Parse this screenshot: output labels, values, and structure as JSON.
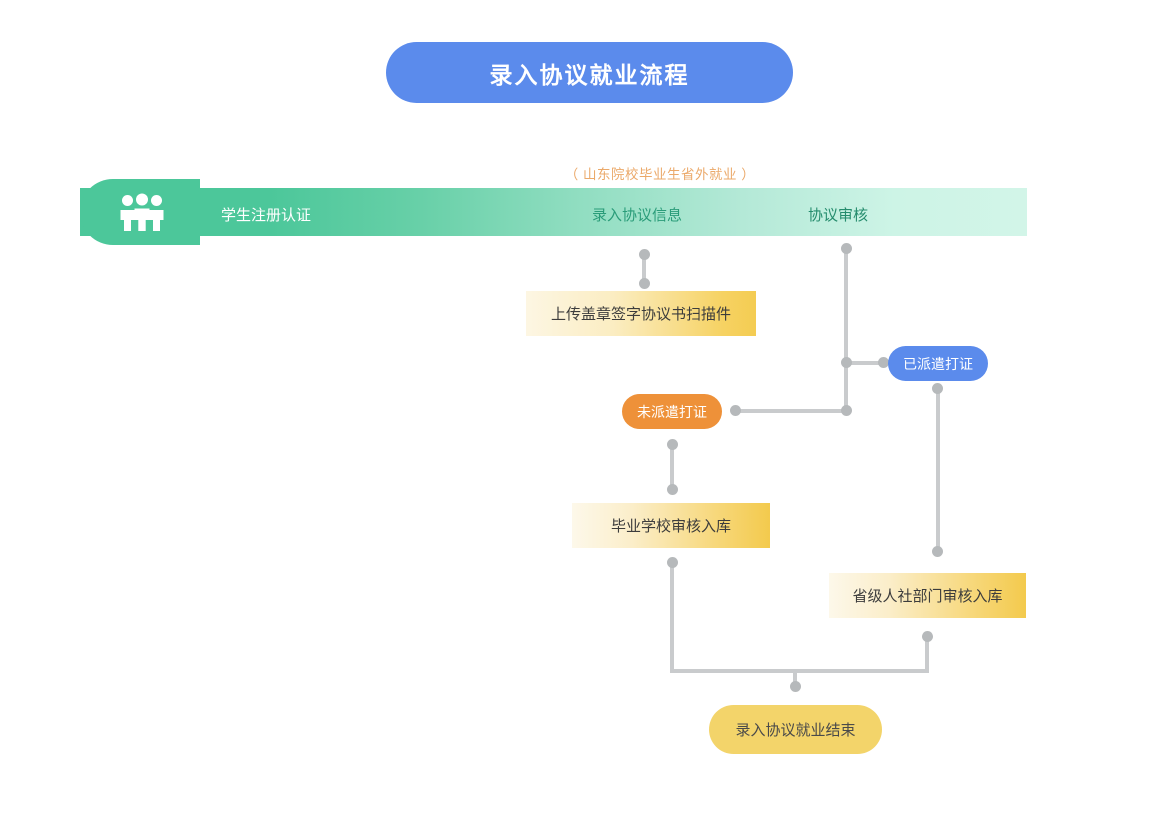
{
  "page": {
    "title": "录入协议就业流程",
    "subtitle": "（ 山东院校毕业生省外就业 ）"
  },
  "banner": {
    "icon": "three-people-icon",
    "steps": [
      {
        "label": "学生注册认证"
      },
      {
        "label": "录入协议信息"
      },
      {
        "label": "协议审核"
      }
    ]
  },
  "nodes": {
    "upload_scan": "上传盖章签字协议书扫描件",
    "not_dispatched": "未派遣打证",
    "dispatched": "已派遣打证",
    "school_review": "毕业学校审核入库",
    "province_review": "省级人社部门审核入库",
    "end": "录入协议就业结束"
  },
  "colors": {
    "title_pill": "#5b8bec",
    "subtitle_text": "#eba96a",
    "banner_start": "#4cc79a",
    "banner_end": "#d2f5e8",
    "yellow_box_start": "#fdf6e3",
    "yellow_box_end": "#f4cc52",
    "orange_pill": "#ee9139",
    "blue_pill": "#5b8bec",
    "end_pill": "#f3d46a",
    "connector": "#c9cbcd",
    "connector_dot": "#b6b9bb"
  },
  "flowchart": {
    "type": "diagram",
    "edges": [
      {
        "from": "录入协议信息",
        "to": "上传盖章签字协议书扫描件"
      },
      {
        "from": "协议审核",
        "to": "已派遣打证"
      },
      {
        "from": "协议审核",
        "to": "未派遣打证"
      },
      {
        "from": "未派遣打证",
        "to": "毕业学校审核入库"
      },
      {
        "from": "已派遣打证",
        "to": "省级人社部门审核入库"
      },
      {
        "from": "毕业学校审核入库",
        "to": "录入协议就业结束"
      },
      {
        "from": "省级人社部门审核入库",
        "to": "录入协议就业结束"
      }
    ]
  }
}
